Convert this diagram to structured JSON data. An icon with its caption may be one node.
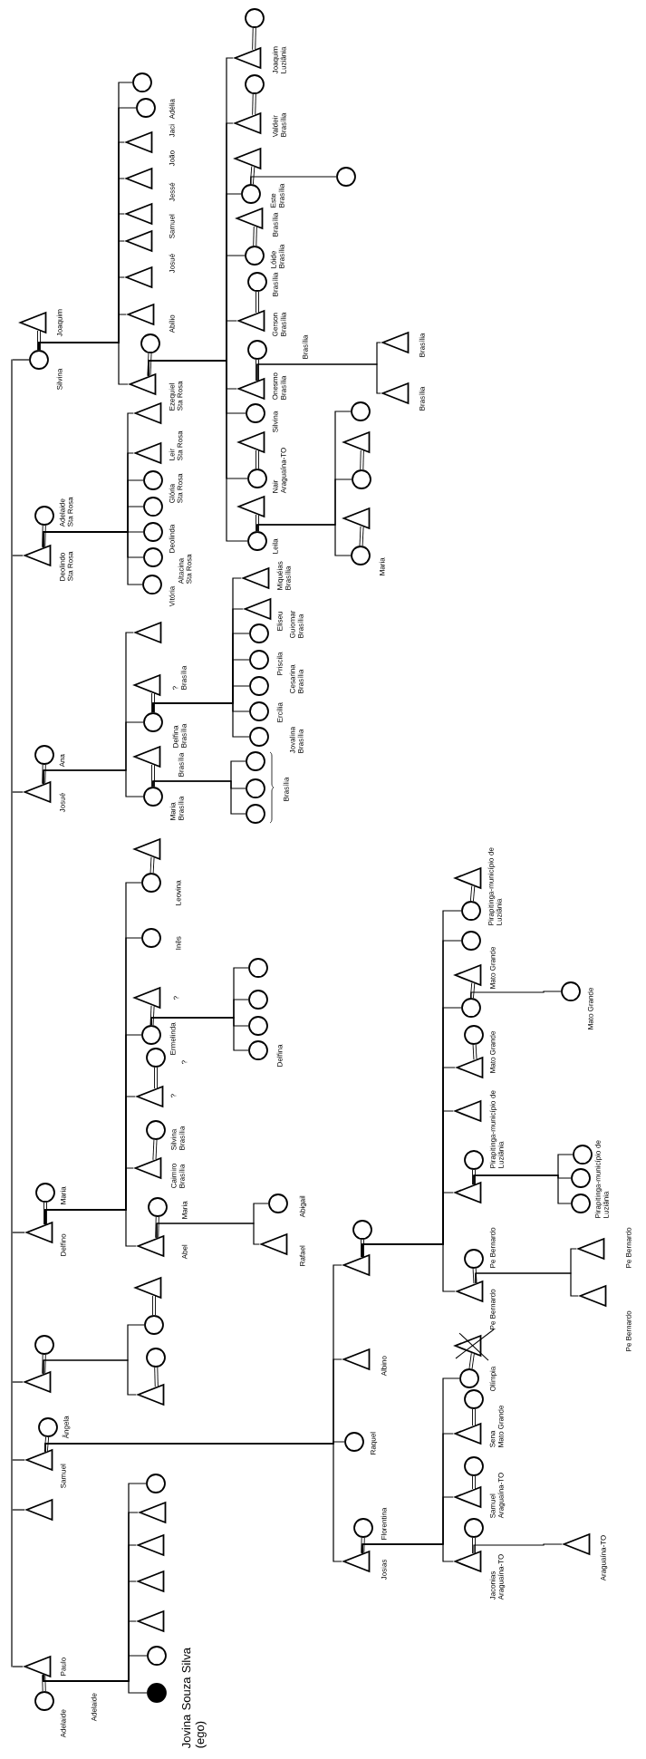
{
  "diagram": {
    "nodes": [
      {
        "text": [
          "Silvina"
        ]
      },
      {
        "text": [
          "Joaquim"
        ]
      },
      {
        "text": [
          "Adelaide",
          "Sta Rosa"
        ]
      },
      {
        "text": [
          "Deolindo",
          "Sta Rosa"
        ]
      },
      {
        "text": [
          "Ana"
        ]
      },
      {
        "text": [
          "Josué"
        ]
      },
      {
        "text": [
          "Maria"
        ]
      },
      {
        "text": [
          "Delfino"
        ]
      },
      {
        "text": [],
        "shape": "circle"
      },
      {
        "text": [],
        "shape": "triangle"
      },
      {
        "text": [
          "Ângela"
        ]
      },
      {
        "text": [
          "Samuel"
        ]
      },
      {
        "text": [],
        "shape": "triangle"
      },
      {
        "text": [
          "Paulo"
        ]
      },
      {
        "text": [
          "Adelaide"
        ]
      },
      {
        "text": [],
        "shape": "circle"
      },
      {
        "text": [
          "Adélia"
        ]
      },
      {
        "text": [
          "Jaci"
        ]
      },
      {
        "text": [
          "João"
        ]
      },
      {
        "text": [
          "Jessé"
        ]
      },
      {
        "text": [
          "Samuel"
        ]
      },
      {
        "text": [
          "Josué"
        ]
      },
      {
        "text": [
          "Abílio"
        ]
      },
      {
        "text": [],
        "shape": "circle"
      },
      {
        "text": [],
        "shape": "triangle"
      },
      {
        "text": [
          "Ezequiel",
          "Sta Rosa"
        ]
      },
      {
        "text": [
          "Leir",
          "Sta Rosa"
        ]
      },
      {
        "text": [
          "Glória",
          "Sta Rosa"
        ]
      },
      {
        "text": [],
        "shape": "circle"
      },
      {
        "text": [
          "Deolinda"
        ]
      },
      {
        "text": [
          "Altacina",
          "Sta Rosa"
        ]
      },
      {
        "text": [
          "Vitória"
        ]
      },
      {
        "text": [],
        "shape": "circle"
      },
      {
        "text": [
          "Joaquim",
          "Luziânia"
        ]
      },
      {
        "text": [],
        "shape": "circle"
      },
      {
        "text": [
          "Valdeir",
          "Brasília"
        ]
      },
      {
        "text": [],
        "shape": "triangle"
      },
      {
        "text": [
          "Este",
          "Brasília"
        ]
      },
      {
        "text": [],
        "shape": "circle"
      },
      {
        "text": [
          "Brasília"
        ]
      },
      {
        "text": [
          "Lóide",
          "Brasília"
        ]
      },
      {
        "text": [
          "Brasília"
        ]
      },
      {
        "text": [
          "Gerson",
          "Brasília"
        ]
      },
      {
        "text": [
          "Brasília"
        ]
      },
      {
        "text": [
          "Onesmo",
          "Brasília"
        ]
      },
      {
        "text": [
          "Brasília"
        ]
      },
      {
        "text": [
          "Brasília"
        ]
      },
      {
        "text": [
          "Silvina"
        ]
      },
      {
        "text": [],
        "shape": "triangle"
      },
      {
        "text": [
          "Nair",
          "Araguaína-TO"
        ]
      },
      {
        "text": [],
        "shape": "triangle"
      },
      {
        "text": [
          "Leila"
        ]
      },
      {
        "text": [],
        "shape": "circle"
      },
      {
        "text": [],
        "shape": "triangle"
      },
      {
        "text": [],
        "shape": "circle"
      },
      {
        "text": [],
        "shape": "triangle"
      },
      {
        "text": [
          "Maria"
        ]
      },
      {
        "text": [],
        "shape": "triangle"
      },
      {
        "text": [
          "?",
          "Brasília"
        ]
      },
      {
        "text": [
          "Delfina",
          "Brasília"
        ]
      },
      {
        "text": [
          "Miquéias",
          "Brasília"
        ]
      },
      {
        "text": [
          "Eliseu"
        ]
      },
      {
        "text": [
          "Guiomar",
          "Brasília"
        ]
      },
      {
        "text": [
          "Priscila"
        ]
      },
      {
        "text": [
          "Cesarina",
          "Brasília"
        ]
      },
      {
        "text": [
          "Ercília"
        ]
      },
      {
        "text": [
          "Jovalina",
          "Brasília"
        ]
      },
      {
        "text": [
          "Brasília"
        ]
      },
      {
        "text": [
          "Maria",
          "Brasília"
        ]
      },
      {
        "text": [],
        "shape": "circle"
      },
      {
        "text": [],
        "shape": "circle"
      },
      {
        "text": [],
        "shape": "circle"
      },
      {
        "text": [],
        "shape": "triangle"
      },
      {
        "text": [
          "Leovina"
        ]
      },
      {
        "text": [
          "Inês"
        ]
      },
      {
        "text": [
          "?"
        ]
      },
      {
        "text": [
          "Ermelinda"
        ]
      },
      {
        "text": [],
        "shape": "circle"
      },
      {
        "text": [],
        "shape": "circle"
      },
      {
        "text": [],
        "shape": "circle"
      },
      {
        "text": [
          "Delfina"
        ]
      },
      {
        "text": [
          "?"
        ]
      },
      {
        "text": [
          "?"
        ]
      },
      {
        "text": [
          "Silvina",
          "Brasília"
        ]
      },
      {
        "text": [
          "Caimiro",
          "Brasília"
        ]
      },
      {
        "text": [
          "Maria"
        ]
      },
      {
        "text": [
          "Abel"
        ]
      },
      {
        "text": [
          "Abigail"
        ]
      },
      {
        "text": [
          "Rafael"
        ]
      },
      {
        "text": [],
        "shape": "triangle"
      },
      {
        "text": [],
        "shape": "circle"
      },
      {
        "text": [],
        "shape": "circle"
      },
      {
        "text": [],
        "shape": "triangle"
      },
      {
        "text": [],
        "shape": "circle"
      },
      {
        "text": [],
        "shape": "triangle"
      },
      {
        "text": [
          "Pirapitinga-município de Luziânia"
        ]
      },
      {
        "text": [],
        "shape": "circle"
      },
      {
        "text": [],
        "shape": "circle"
      },
      {
        "text": [
          "Mato Grande"
        ]
      },
      {
        "text": [],
        "shape": "circle"
      },
      {
        "text": [
          "Mato Grande"
        ]
      },
      {
        "text": [
          "Mato Grande"
        ]
      },
      {
        "text": [],
        "shape": "triangle"
      },
      {
        "text": [],
        "shape": "triangle"
      },
      {
        "text": [],
        "shape": "circle"
      },
      {
        "text": [
          "Pirapitinga-município de Luziânia"
        ]
      },
      {
        "text": [],
        "shape": "circle"
      },
      {
        "text": [],
        "shape": "circle"
      },
      {
        "text": [
          "Pirapitinga-município de Luziânia"
        ]
      },
      {
        "text": [
          "Pe Bernardo"
        ]
      },
      {
        "text": [
          "Pe Bernardo"
        ]
      },
      {
        "text": [
          "Pe Bernardo"
        ]
      },
      {
        "text": [
          "Pe Bernardo"
        ]
      },
      {
        "text": [
          "Albino"
        ]
      },
      {
        "text": [
          "Raquel"
        ]
      },
      {
        "text": [
          "Florentina"
        ]
      },
      {
        "text": [
          "Josias"
        ]
      },
      {
        "text": [],
        "shape": "triangle"
      },
      {
        "text": [
          "Olímpia"
        ]
      },
      {
        "text": [],
        "shape": "circle"
      },
      {
        "text": [
          "Sena",
          "Mato Grande"
        ]
      },
      {
        "text": [],
        "shape": "circle"
      },
      {
        "text": [
          "Samuel",
          "Araguaína-TO"
        ]
      },
      {
        "text": [],
        "shape": "circle"
      },
      {
        "text": [
          "Jaconias",
          "Araguaína-TO"
        ]
      },
      {
        "text": [
          "Araguaína-TO"
        ]
      },
      {
        "text": [],
        "shape": "circle"
      },
      {
        "text": [],
        "shape": "triangle"
      },
      {
        "text": [],
        "shape": "triangle"
      },
      {
        "text": [],
        "shape": "triangle"
      },
      {
        "text": [],
        "shape": "triangle"
      },
      {
        "text": [],
        "shape": "circle"
      },
      {
        "text": [
          "Jovina Souza Silva (ego)"
        ]
      },
      {
        "text": [],
        "shape": "bar"
      }
    ],
    "edges": [
      {
        "from": 133,
        "to": 0,
        "arrow": "none"
      },
      {
        "from": 133,
        "to": 3,
        "arrow": "none"
      },
      {
        "from": 133,
        "to": 5,
        "arrow": "none"
      },
      {
        "from": 133,
        "to": 7,
        "arrow": "none"
      },
      {
        "from": 133,
        "to": 9,
        "arrow": "none"
      },
      {
        "from": 133,
        "to": 11,
        "arrow": "none"
      },
      {
        "from": 133,
        "to": 12,
        "arrow": "none"
      },
      {
        "from": 133,
        "to": 13,
        "arrow": "none"
      },
      {
        "from": 0,
        "to": 1,
        "arrow": "none"
      },
      {
        "from": 3,
        "to": 2,
        "arrow": "none"
      },
      {
        "from": 5,
        "to": 4,
        "arrow": "none"
      },
      {
        "from": 7,
        "to": 6,
        "arrow": "none"
      },
      {
        "from": 9,
        "to": 8,
        "arrow": "none"
      },
      {
        "from": 11,
        "to": 10,
        "arrow": "none"
      },
      {
        "from": 13,
        "to": 14,
        "arrow": "none"
      },
      {
        "from": 24,
        "to": 23,
        "arrow": "none"
      },
      {
        "from": 33,
        "to": 32,
        "arrow": "none"
      },
      {
        "from": 35,
        "to": 34,
        "arrow": "none"
      },
      {
        "from": 37,
        "to": 36,
        "arrow": "none"
      },
      {
        "from": 40,
        "to": 39,
        "arrow": "none"
      },
      {
        "from": 42,
        "to": 41,
        "arrow": "none"
      },
      {
        "from": 44,
        "to": 43,
        "arrow": "none"
      },
      {
        "from": 49,
        "to": 48,
        "arrow": "none"
      },
      {
        "from": 51,
        "to": 50,
        "arrow": "none"
      },
      {
        "from": 54,
        "to": 53,
        "arrow": "none"
      },
      {
        "from": 56,
        "to": 55,
        "arrow": "none"
      },
      {
        "from": 59,
        "to": 58,
        "arrow": "none"
      },
      {
        "from": 68,
        "to": 67,
        "arrow": "none"
      },
      {
        "from": 73,
        "to": 72,
        "arrow": "none"
      },
      {
        "from": 76,
        "to": 75,
        "arrow": "none"
      },
      {
        "from": 82,
        "to": 81,
        "arrow": "none"
      },
      {
        "from": 84,
        "to": 83,
        "arrow": "none"
      },
      {
        "from": 86,
        "to": 85,
        "arrow": "none"
      },
      {
        "from": 90,
        "to": 89,
        "arrow": "none"
      },
      {
        "from": 92,
        "to": 91,
        "arrow": "none"
      },
      {
        "from": 94,
        "to": 93,
        "arrow": "none"
      },
      {
        "from": 96,
        "to": 95,
        "arrow": "none"
      },
      {
        "from": 99,
        "to": 98,
        "arrow": "none"
      },
      {
        "from": 102,
        "to": 101,
        "arrow": "none"
      },
      {
        "from": 105,
        "to": 104,
        "arrow": "none"
      },
      {
        "from": 110,
        "to": 109,
        "arrow": "none"
      },
      {
        "from": 116,
        "to": 115,
        "arrow": "none"
      },
      {
        "from": 118,
        "to": 117,
        "arrow": "none"
      },
      {
        "from": 120,
        "to": 119,
        "arrow": "none"
      },
      {
        "from": 122,
        "to": 121,
        "arrow": "none"
      },
      {
        "from": 124,
        "to": 123,
        "arrow": "none"
      },
      {
        "from": 0,
        "to": 15,
        "arrow": "none"
      },
      {
        "from": 0,
        "to": 16,
        "arrow": "none"
      },
      {
        "from": 0,
        "to": 17,
        "arrow": "none"
      },
      {
        "from": 0,
        "to": 18,
        "arrow": "none"
      },
      {
        "from": 0,
        "to": 19,
        "arrow": "none"
      },
      {
        "from": 0,
        "to": 20,
        "arrow": "none"
      },
      {
        "from": 0,
        "to": 21,
        "arrow": "none"
      },
      {
        "from": 0,
        "to": 22,
        "arrow": "none"
      },
      {
        "from": 0,
        "to": 24,
        "arrow": "none"
      },
      {
        "from": 3,
        "to": 25,
        "arrow": "none"
      },
      {
        "from": 3,
        "to": 26,
        "arrow": "none"
      },
      {
        "from": 3,
        "to": 27,
        "arrow": "none"
      },
      {
        "from": 3,
        "to": 28,
        "arrow": "none"
      },
      {
        "from": 3,
        "to": 29,
        "arrow": "none"
      },
      {
        "from": 3,
        "to": 30,
        "arrow": "none"
      },
      {
        "from": 3,
        "to": 31,
        "arrow": "none"
      },
      {
        "from": 24,
        "to": 33,
        "arrow": "none"
      },
      {
        "from": 24,
        "to": 35,
        "arrow": "none"
      },
      {
        "from": 24,
        "to": 37,
        "arrow": "none"
      },
      {
        "from": 24,
        "to": 40,
        "arrow": "none"
      },
      {
        "from": 24,
        "to": 42,
        "arrow": "none"
      },
      {
        "from": 24,
        "to": 44,
        "arrow": "none"
      },
      {
        "from": 24,
        "to": 47,
        "arrow": "none"
      },
      {
        "from": 24,
        "to": 49,
        "arrow": "none"
      },
      {
        "from": 24,
        "to": 51,
        "arrow": "none"
      },
      {
        "from": 37,
        "to": 38,
        "arrow": "none"
      },
      {
        "from": 44,
        "to": 45,
        "arrow": "none"
      },
      {
        "from": 44,
        "to": 46,
        "arrow": "none"
      },
      {
        "from": 51,
        "to": 52,
        "arrow": "none"
      },
      {
        "from": 51,
        "to": 54,
        "arrow": "none"
      },
      {
        "from": 51,
        "to": 56,
        "arrow": "none"
      },
      {
        "from": 5,
        "to": 57,
        "arrow": "none"
      },
      {
        "from": 5,
        "to": 59,
        "arrow": "none"
      },
      {
        "from": 5,
        "to": 68,
        "arrow": "none"
      },
      {
        "from": 59,
        "to": 60,
        "arrow": "none"
      },
      {
        "from": 59,
        "to": 61,
        "arrow": "none"
      },
      {
        "from": 59,
        "to": 62,
        "arrow": "none"
      },
      {
        "from": 59,
        "to": 63,
        "arrow": "none"
      },
      {
        "from": 59,
        "to": 64,
        "arrow": "none"
      },
      {
        "from": 59,
        "to": 65,
        "arrow": "none"
      },
      {
        "from": 59,
        "to": 66,
        "arrow": "none"
      },
      {
        "from": 68,
        "to": 69,
        "arrow": "none"
      },
      {
        "from": 68,
        "to": 70,
        "arrow": "none"
      },
      {
        "from": 68,
        "to": 71,
        "arrow": "none"
      },
      {
        "from": 7,
        "to": 73,
        "arrow": "none"
      },
      {
        "from": 7,
        "to": 74,
        "arrow": "none"
      },
      {
        "from": 7,
        "to": 76,
        "arrow": "none"
      },
      {
        "from": 7,
        "to": 82,
        "arrow": "none"
      },
      {
        "from": 7,
        "to": 84,
        "arrow": "none"
      },
      {
        "from": 7,
        "to": 86,
        "arrow": "none"
      },
      {
        "from": 76,
        "to": 77,
        "arrow": "none"
      },
      {
        "from": 76,
        "to": 78,
        "arrow": "none"
      },
      {
        "from": 76,
        "to": 79,
        "arrow": "none"
      },
      {
        "from": 76,
        "to": 80,
        "arrow": "none"
      },
      {
        "from": 86,
        "to": 87,
        "arrow": "none"
      },
      {
        "from": 86,
        "to": 88,
        "arrow": "none"
      },
      {
        "from": 9,
        "to": 90,
        "arrow": "none"
      },
      {
        "from": 9,
        "to": 92,
        "arrow": "none"
      },
      {
        "from": 11,
        "to": 94,
        "arrow": "none"
      },
      {
        "from": 11,
        "to": 113,
        "arrow": "none"
      },
      {
        "from": 11,
        "to": 114,
        "arrow": "none"
      },
      {
        "from": 11,
        "to": 116,
        "arrow": "none"
      },
      {
        "from": 94,
        "to": 96,
        "arrow": "none"
      },
      {
        "from": 94,
        "to": 97,
        "arrow": "none"
      },
      {
        "from": 94,
        "to": 99,
        "arrow": "none"
      },
      {
        "from": 94,
        "to": 102,
        "arrow": "none"
      },
      {
        "from": 94,
        "to": 103,
        "arrow": "none"
      },
      {
        "from": 94,
        "to": 105,
        "arrow": "none"
      },
      {
        "from": 94,
        "to": 110,
        "arrow": "none"
      },
      {
        "from": 99,
        "to": 100,
        "arrow": "none"
      },
      {
        "from": 105,
        "to": 106,
        "arrow": "none"
      },
      {
        "from": 105,
        "to": 107,
        "arrow": "none"
      },
      {
        "from": 105,
        "to": 108,
        "arrow": "none"
      },
      {
        "from": 110,
        "to": 111,
        "arrow": "none"
      },
      {
        "from": 110,
        "to": 112,
        "arrow": "none"
      },
      {
        "from": 116,
        "to": 118,
        "arrow": "none"
      },
      {
        "from": 116,
        "to": 120,
        "arrow": "none"
      },
      {
        "from": 116,
        "to": 122,
        "arrow": "none"
      },
      {
        "from": 116,
        "to": 124,
        "arrow": "none"
      },
      {
        "from": 124,
        "to": 125,
        "arrow": "none"
      },
      {
        "from": 13,
        "to": 126,
        "arrow": "none"
      },
      {
        "from": 13,
        "to": 127,
        "arrow": "none"
      },
      {
        "from": 13,
        "to": 128,
        "arrow": "none"
      },
      {
        "from": 13,
        "to": 129,
        "arrow": "none"
      },
      {
        "from": 13,
        "to": 130,
        "arrow": "none"
      },
      {
        "from": 13,
        "to": 131,
        "arrow": "none"
      },
      {
        "from": 13,
        "to": 132,
        "arrow": "none"
      }
    ],
    "labels": [
      "Brasília",
      "Adelaide"
    ]
  }
}
